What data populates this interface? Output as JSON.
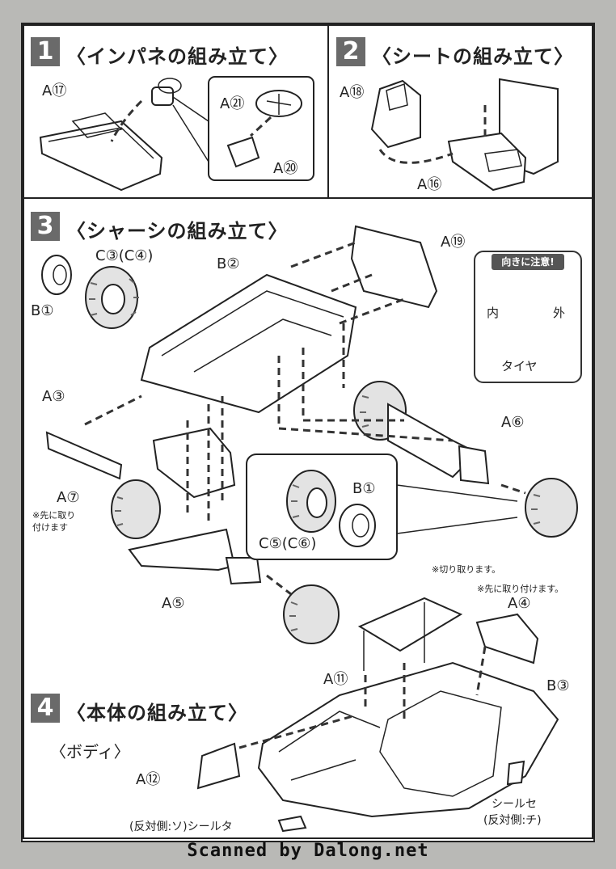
{
  "steps": [
    {
      "number": "1",
      "title": "〈インパネの組み立て〉"
    },
    {
      "number": "2",
      "title": "〈シートの組み立て〉"
    },
    {
      "number": "3",
      "title": "〈シャーシの組み立て〉"
    },
    {
      "number": "4",
      "title": "〈本体の組み立て〉"
    }
  ],
  "step1": {
    "parts": [
      "A⑰",
      "A㉑",
      "A⑳"
    ]
  },
  "step2": {
    "parts": [
      "A⑱",
      "A⑯"
    ]
  },
  "step3": {
    "parts": [
      "B②",
      "A⑲",
      "C③(C④)",
      "B①",
      "A③",
      "A⑦",
      "A⑥",
      "B①",
      "C⑤(C⑥)",
      "A⑤"
    ],
    "note_attach_first": "※先に取り\n付けます",
    "tire_note": {
      "header": "向きに注意!",
      "inner": "内",
      "outer": "外",
      "tire": "タイヤ"
    }
  },
  "step4": {
    "subtitle": "〈ボディ〉",
    "parts": [
      "A⑪",
      "A④",
      "B③",
      "A⑫"
    ],
    "note_cut": "※切り取ります。",
    "note_attach_first": "※先に取り付けます。",
    "sticker_left": "(反対側:ソ)シールタ",
    "sticker_right_1": "シールセ",
    "sticker_right_2": "(反対側:チ)"
  },
  "footer": "Scanned by Dalong.net"
}
